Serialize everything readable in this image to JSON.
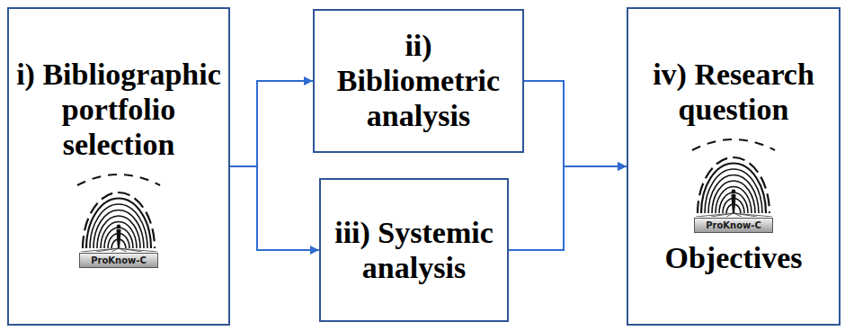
{
  "diagram": {
    "nodes": [
      {
        "text": [
          "i) Bibliographic portfolio selection",
          "ProKnow-C"
        ]
      },
      {
        "text": [
          "ii) Bibliometric analysis"
        ]
      },
      {
        "text": [
          "iii) Systemic analysis"
        ]
      },
      {
        "text": [
          "iv) Research question",
          "ProKnow-C",
          "Objectives"
        ]
      }
    ],
    "edges": [
      {
        "from": 0,
        "to": 1,
        "arrow": "to"
      },
      {
        "from": 0,
        "to": 2,
        "arrow": "to"
      },
      {
        "from": 1,
        "to": 3,
        "arrow": "to"
      },
      {
        "from": 2,
        "to": 3,
        "arrow": "to"
      }
    ]
  }
}
